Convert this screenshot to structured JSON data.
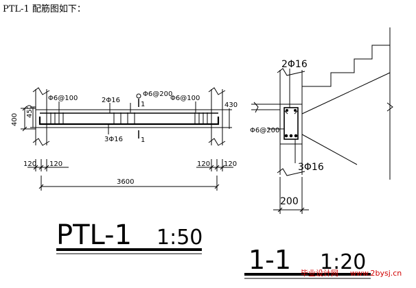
{
  "heading": "PTL-1 配筋图如下：",
  "elevation": {
    "rebar_labels": {
      "stirrup_left": "Φ6@100",
      "top_bars": "2Φ16",
      "stirrup_mid": "Φ6@200",
      "stirrup_right": "Φ6@100",
      "bottom_bars": "3Φ16"
    },
    "section_marks": {
      "top": "1",
      "bottom": "1"
    },
    "dims": {
      "height_outer": "400",
      "height_inner": "450",
      "right_height": "430",
      "left_a": "120",
      "left_b": "120",
      "right_a": "120",
      "right_b": "120",
      "span": "3600"
    },
    "title": {
      "name": "PTL-1",
      "scale": "1:50"
    }
  },
  "section": {
    "top_bars": "2Φ16",
    "stirrup": "Φ6@200",
    "bottom_bars": "3Φ16",
    "width": "200",
    "title": {
      "name": "1-1",
      "scale": "1:20"
    }
  },
  "watermark": {
    "cn": "毕业设计网",
    "url": "www.2bysj.cn",
    "color": "#d00000"
  }
}
